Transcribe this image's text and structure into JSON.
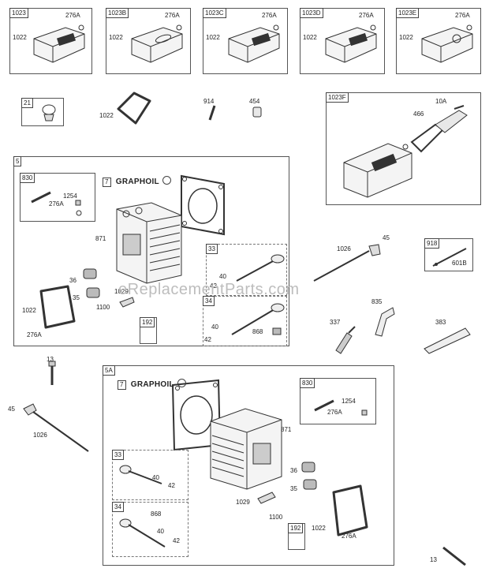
{
  "top_row": [
    {
      "ref": "1023",
      "p1": "276A",
      "p2": "1022"
    },
    {
      "ref": "1023B",
      "p1": "276A",
      "p2": "1022"
    },
    {
      "ref": "1023C",
      "p1": "276A",
      "p2": "1022"
    },
    {
      "ref": "1023D",
      "p1": "276A",
      "p2": "1022"
    },
    {
      "ref": "1023E",
      "p1": "276A",
      "p2": "1022"
    }
  ],
  "loose": {
    "p21": "21",
    "p1022": "1022",
    "p914": "914",
    "p454": "454",
    "p1026a": "1026",
    "p45a": "45",
    "p337": "337",
    "p835": "835",
    "p383": "383",
    "p13a": "13",
    "p45b": "45",
    "p1026b": "1026",
    "p13b": "13"
  },
  "box1023f": {
    "ref": "1023F",
    "p466": "466",
    "p10a": "10A"
  },
  "box918": {
    "ref": "918",
    "p601b": "601B"
  },
  "box5": {
    "ref": "5",
    "graphoil_num": "7",
    "graphoil": "GRAPHOIL",
    "s830": {
      "ref": "830",
      "a": "1254",
      "b": "276A"
    },
    "p871": "871",
    "p36": "36",
    "p35": "35",
    "p1029": "1029",
    "p1100": "1100",
    "p1022": "1022",
    "p276a": "276A",
    "s192": {
      "ref": "192"
    },
    "s33": {
      "ref": "33",
      "a": "40",
      "b": "42"
    },
    "s34": {
      "ref": "34",
      "a": "40",
      "b": "42",
      "c": "868"
    }
  },
  "box5a": {
    "ref": "5A",
    "graphoil_num": "7",
    "graphoil": "GRAPHOIL",
    "s830": {
      "ref": "830",
      "a": "1254",
      "b": "276A"
    },
    "p871": "871",
    "p36": "36",
    "p35": "35",
    "p1029": "1029",
    "p1100": "1100",
    "p1022": "1022",
    "p276a": "276A",
    "s192": {
      "ref": "192"
    },
    "s33": {
      "ref": "33",
      "a": "40",
      "b": "42"
    },
    "s34": {
      "ref": "34",
      "a": "868",
      "b": "40",
      "c": "42"
    }
  },
  "watermark": "eReplacementParts.com"
}
